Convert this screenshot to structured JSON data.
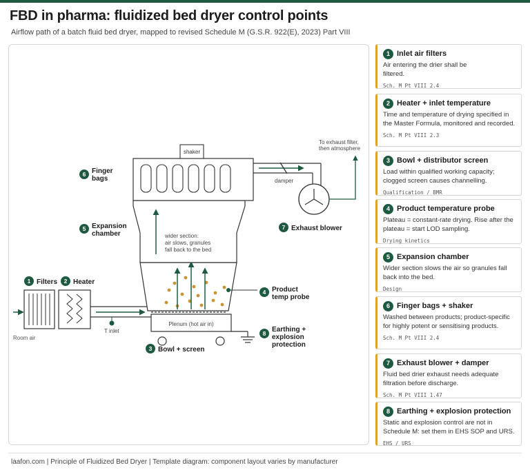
{
  "header": {
    "title": "FBD in pharma: fluidized bed dryer control points",
    "subtitle": "Airflow path of a batch fluid bed dryer, mapped to revised Schedule M (G.S.R. 922(E), 2023) Part VIII"
  },
  "colors": {
    "accent": "#e0a128",
    "brand": "#1e5a3f"
  },
  "diagram": {
    "shaker": "shaker",
    "damper": "damper",
    "exhaust_note_1": "To exhaust filter,",
    "exhaust_note_2": "then atmosphere",
    "wider_1": "wider section:",
    "wider_2": "air slows, granules",
    "wider_3": "fall back to the bed",
    "plenum": "Plenum (hot air in)",
    "t_inlet": "T inlet",
    "room_air": "Room air",
    "markers": [
      {
        "num": "1",
        "lines": [
          "Filters"
        ]
      },
      {
        "num": "2",
        "lines": [
          "Heater"
        ]
      },
      {
        "num": "3",
        "lines": [
          "Bowl + screen"
        ]
      },
      {
        "num": "4",
        "lines": [
          "Product",
          "temp probe"
        ]
      },
      {
        "num": "5",
        "lines": [
          "Expansion",
          "chamber"
        ]
      },
      {
        "num": "6",
        "lines": [
          "Finger",
          "bags"
        ]
      },
      {
        "num": "7",
        "lines": [
          "Exhaust blower"
        ]
      },
      {
        "num": "8",
        "lines": [
          "Earthing +",
          "explosion",
          "protection"
        ]
      }
    ]
  },
  "cards": [
    {
      "num": "1",
      "title": "Inlet air filters",
      "body": "Air entering the drier shall be filtered.",
      "ref": "Sch. M Pt VIII 2.4"
    },
    {
      "num": "2",
      "title": "Heater + inlet temperature",
      "body": "Time and temperature of drying specified in the Master Formula, monitored and recorded.",
      "ref": "Sch. M Pt VIII 2.3"
    },
    {
      "num": "3",
      "title": "Bowl + distributor screen",
      "body": "Load within qualified working capacity; clogged screen causes channelling.",
      "ref": "Qualification / BMR"
    },
    {
      "num": "4",
      "title": "Product temperature probe",
      "body": "Plateau = constant-rate drying. Rise after the plateau = start LOD sampling.",
      "ref": "Drying kinetics"
    },
    {
      "num": "5",
      "title": "Expansion chamber",
      "body": "Wider section slows the air so granules fall back into the bed.",
      "ref": "Design"
    },
    {
      "num": "6",
      "title": "Finger bags + shaker",
      "body": "Washed between products; product-specific for highly potent or sensitising products.",
      "ref": "Sch. M Pt VIII 2.4"
    },
    {
      "num": "7",
      "title": "Exhaust blower + damper",
      "body": "Fluid bed drier exhaust needs adequate filtration before discharge.",
      "ref": "Sch. M Pt VIII 1.47"
    },
    {
      "num": "8",
      "title": "Earthing + explosion protection",
      "body": "Static and explosion control are not in Schedule M: set them in EHS SOP and URS.",
      "ref": "EHS / URS"
    }
  ],
  "footer": "laafon.com | Principle of Fluidized Bed Dryer | Template diagram: component layout varies by manufacturer"
}
